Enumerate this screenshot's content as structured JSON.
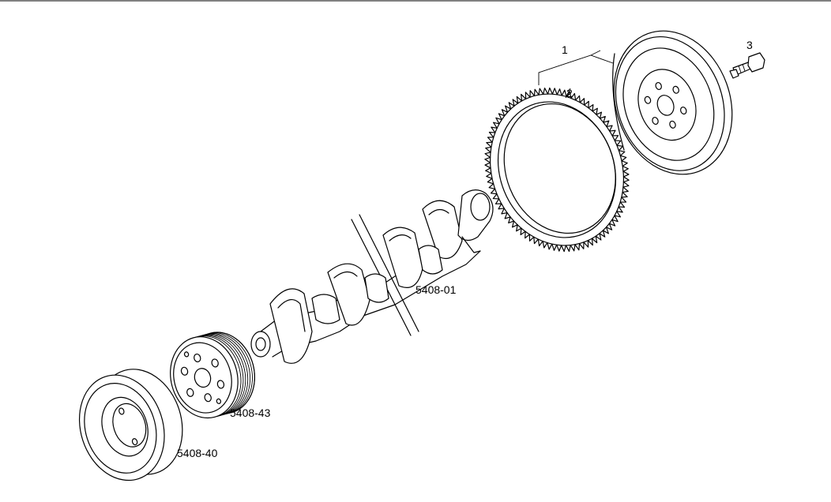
{
  "callouts": {
    "flywheel": "1",
    "ring_gear": "2",
    "bolt": "3",
    "crankshaft": "5408-01",
    "pulley": "5408-43",
    "damper": "5408-40"
  }
}
